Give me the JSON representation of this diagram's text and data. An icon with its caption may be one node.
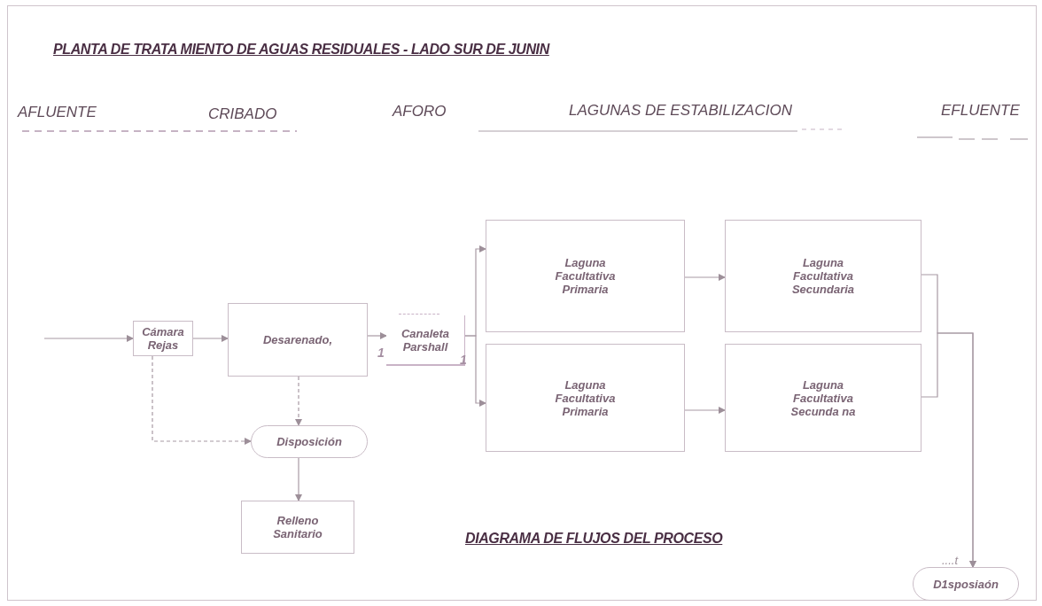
{
  "diagram": {
    "title": "PLANTA DE TRATA MIENTO DE AGUAS RESIDUALES - LADO SUR DE JUNIN",
    "caption": "DIAGRAMA DE FLUJOS DEL PROCESO",
    "nodes": [
      {
        "text": [
          "Cámara Rejas"
        ]
      },
      {
        "text": [
          "Desarenado,"
        ]
      },
      {
        "text": [
          "Canaleta Parshall"
        ]
      },
      {
        "text": [
          "Laguna Facultativa Primaria"
        ]
      },
      {
        "text": [
          "Laguna Facultativa Secundaria"
        ]
      },
      {
        "text": [
          "Laguna Facultativa Primaria"
        ]
      },
      {
        "text": [
          "Laguna Facultativa Secunda na"
        ]
      },
      {
        "text": [
          "Disposición"
        ]
      },
      {
        "text": [
          "Relleno Sanitario"
        ]
      },
      {
        "text": [
          "D1sposiaón"
        ],
        "beside": [
          "....t"
        ]
      }
    ],
    "edges": [
      {
        "from": null,
        "to": 0,
        "arrow": "to"
      },
      {
        "from": 0,
        "to": 1,
        "arrow": "to"
      },
      {
        "from": 1,
        "to": 2,
        "arrow": "to"
      },
      {
        "from": 2,
        "to": 3,
        "arrow": "to"
      },
      {
        "from": 2,
        "to": 5,
        "arrow": "to"
      },
      {
        "from": 3,
        "to": 4,
        "arrow": "to"
      },
      {
        "from": 5,
        "to": 6,
        "arrow": "to"
      },
      {
        "from": 4,
        "to": 9,
        "arrow": "to"
      },
      {
        "from": 6,
        "to": 9,
        "arrow": "to"
      },
      {
        "from": 1,
        "to": 7,
        "arrow": "to",
        "style": "dashed"
      },
      {
        "from": 0,
        "to": 7,
        "arrow": "to",
        "style": "dashed"
      },
      {
        "from": 7,
        "to": 8,
        "arrow": "to"
      }
    ],
    "labels": [
      "AFLUENTE",
      "CRIBADO",
      "AFORO",
      "LAGUNAS DE ESTABILIZACION",
      "EFLUENTE",
      "1",
      "1"
    ]
  }
}
